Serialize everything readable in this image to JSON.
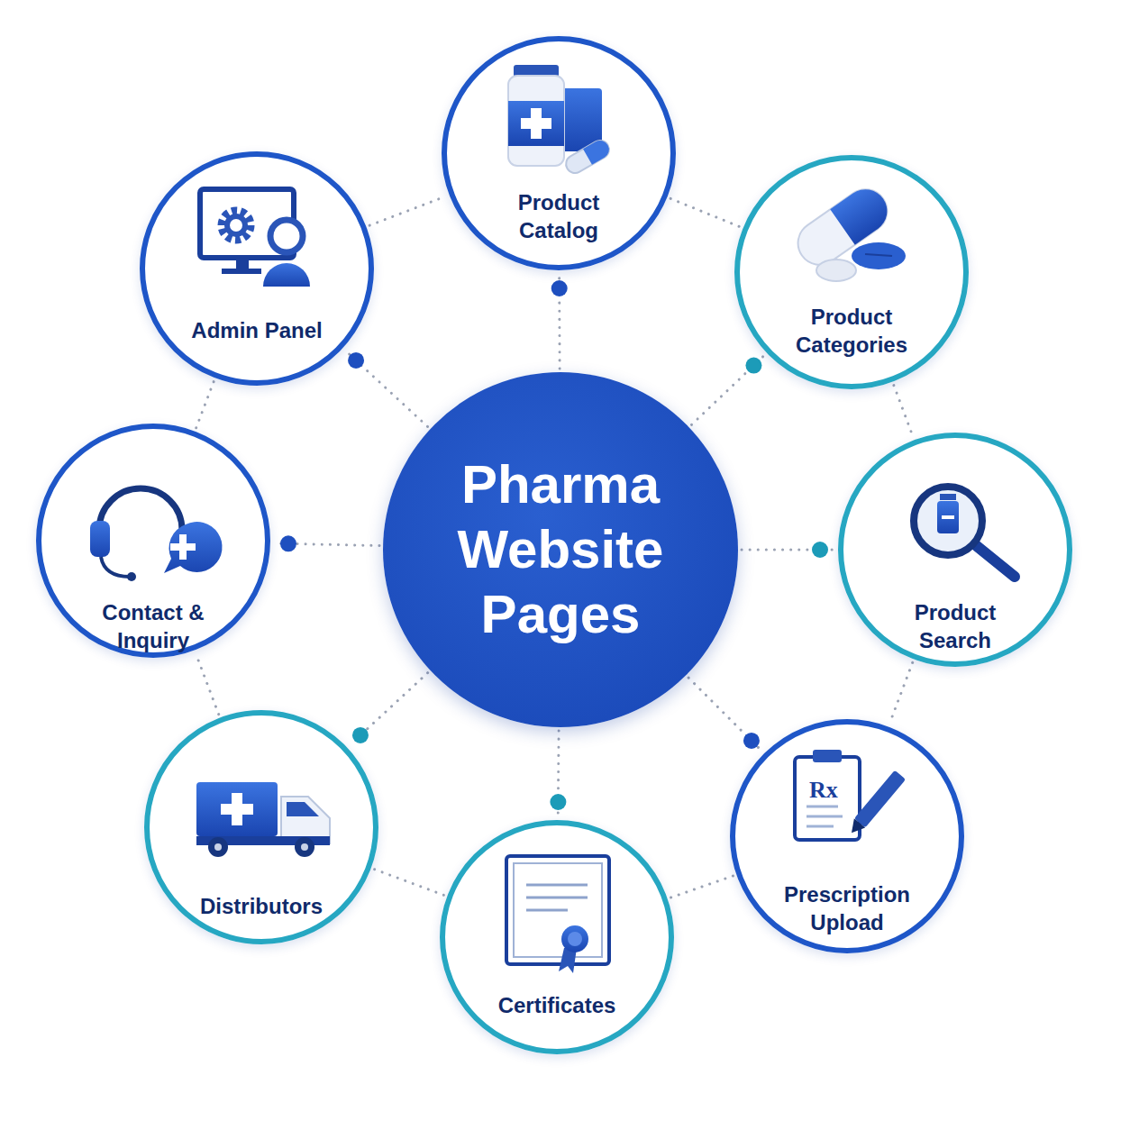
{
  "diagram": {
    "nodes": [
      {
        "text": [
          "Pharma Website Pages"
        ]
      },
      {
        "text": [
          "Product Catalog"
        ]
      },
      {
        "text": [
          "Product Categories"
        ]
      },
      {
        "text": [
          "Product Search"
        ]
      },
      {
        "text": [
          "Prescription Upload"
        ]
      },
      {
        "text": [
          "Certificates"
        ]
      },
      {
        "text": [
          "Distributors"
        ]
      },
      {
        "text": [
          "Contact & Inquiry"
        ]
      },
      {
        "text": [
          "Admin Panel"
        ]
      }
    ],
    "edges": [
      {
        "from": 0,
        "to": 1,
        "arrow": "none"
      },
      {
        "from": 0,
        "to": 2,
        "arrow": "none"
      },
      {
        "from": 0,
        "to": 3,
        "arrow": "none"
      },
      {
        "from": 0,
        "to": 4,
        "arrow": "none"
      },
      {
        "from": 0,
        "to": 5,
        "arrow": "none"
      },
      {
        "from": 0,
        "to": 6,
        "arrow": "none"
      },
      {
        "from": 0,
        "to": 7,
        "arrow": "none"
      },
      {
        "from": 0,
        "to": 8,
        "arrow": "none"
      },
      {
        "from": 1,
        "to": 2,
        "arrow": "none"
      },
      {
        "from": 2,
        "to": 3,
        "arrow": "none"
      },
      {
        "from": 3,
        "to": 4,
        "arrow": "none"
      },
      {
        "from": 4,
        "to": 5,
        "arrow": "none"
      },
      {
        "from": 5,
        "to": 6,
        "arrow": "none"
      },
      {
        "from": 6,
        "to": 7,
        "arrow": "none"
      },
      {
        "from": 7,
        "to": 8,
        "arrow": "none"
      },
      {
        "from": 8,
        "to": 1,
        "arrow": "none"
      }
    ],
    "labels": [
      "Rx"
    ]
  }
}
